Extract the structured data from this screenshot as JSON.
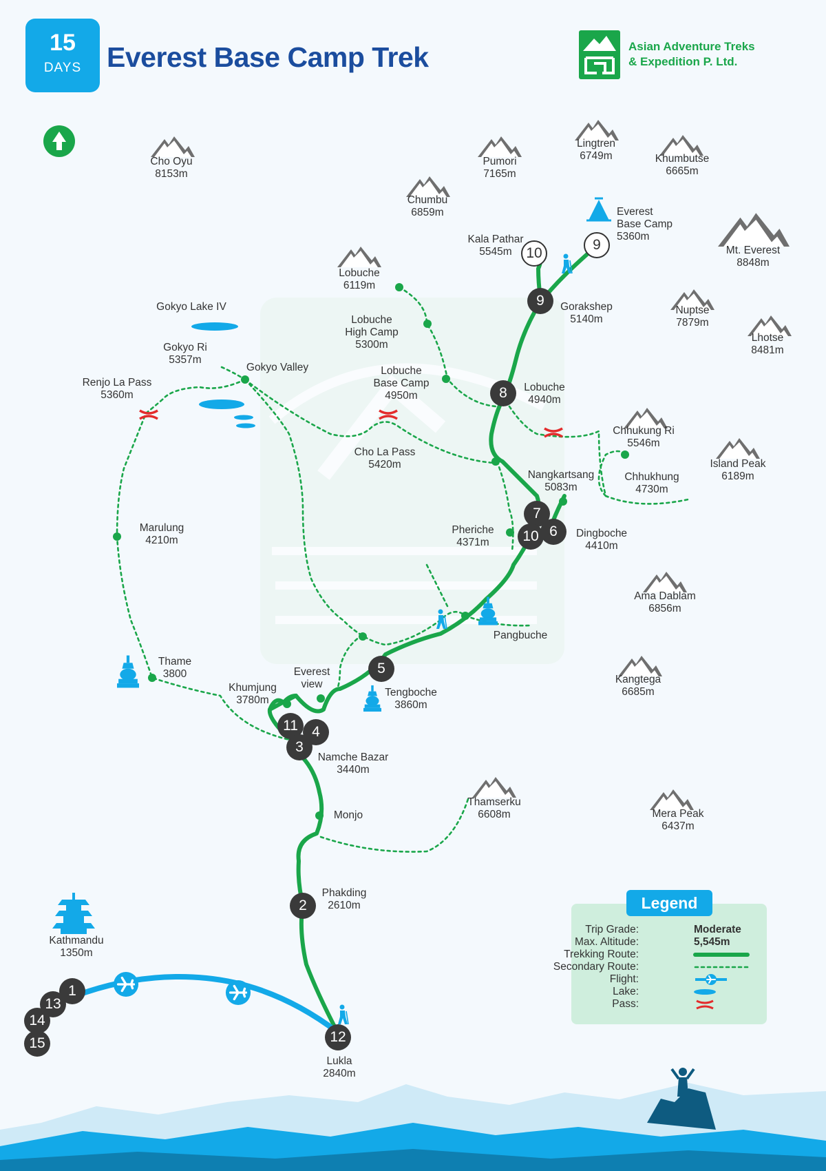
{
  "header": {
    "days_number": "15",
    "days_unit": "DAYS",
    "title": "Everest Base Camp Trek",
    "company_line1": "Asian Adventure Treks",
    "company_line2": "& Expedition P. Ltd."
  },
  "colors": {
    "route_green": "#1aa64a",
    "flight_blue": "#13a9e8",
    "title_blue": "#1b4d9e",
    "stop_dark": "#3a3a3a",
    "pass_red": "#e32b2b",
    "mountain_grey": "#6f6f6f",
    "legend_bg": "#cfeedd"
  },
  "icons": {
    "compass": "north-tree-icon",
    "mountain": "mountain-icon",
    "pass": "pass-icon",
    "camp": "tent-icon",
    "trekker": "hiker-icon",
    "stupa": "stupa-icon",
    "pagoda": "pagoda-icon",
    "plane": "plane-icon"
  },
  "peaks": [
    {
      "name": "Cho Oyu",
      "alt": "8153m"
    },
    {
      "name": "Pumori",
      "alt": "7165m"
    },
    {
      "name": "Lingtren",
      "alt": "6749m"
    },
    {
      "name": "Khumbutse",
      "alt": "6665m"
    },
    {
      "name": "Chumbu",
      "alt": "6859m"
    },
    {
      "name": "Mt. Everest",
      "alt": "8848m"
    },
    {
      "name": "Lobuche",
      "alt": "6119m"
    },
    {
      "name": "Nuptse",
      "alt": "7879m"
    },
    {
      "name": "Lhotse",
      "alt": "8481m"
    },
    {
      "name": "Chhukung Ri",
      "alt": "5546m"
    },
    {
      "name": "Island Peak",
      "alt": "6189m"
    },
    {
      "name": "Ama Dablam",
      "alt": "6856m"
    },
    {
      "name": "Kangtega",
      "alt": "6685m"
    },
    {
      "name": "Thamserku",
      "alt": "6608m"
    },
    {
      "name": "Mera Peak",
      "alt": "6437m"
    }
  ],
  "places": [
    {
      "lines": [
        "Everest",
        "Base Camp",
        "5360m"
      ]
    },
    {
      "lines": [
        "Kala Pathar",
        "5545m"
      ]
    },
    {
      "lines": [
        "Gorakshep",
        "5140m"
      ]
    },
    {
      "lines": [
        "Gokyo Lake IV"
      ]
    },
    {
      "lines": [
        "Lobuche",
        "High Camp",
        "5300m"
      ]
    },
    {
      "lines": [
        "Gokyo Ri",
        "5357m"
      ]
    },
    {
      "lines": [
        "Gokyo Valley"
      ]
    },
    {
      "lines": [
        "Renjo La Pass",
        "5360m"
      ]
    },
    {
      "lines": [
        "Lobuche",
        "Base Camp",
        "4950m"
      ]
    },
    {
      "lines": [
        "Lobuche",
        "4940m"
      ]
    },
    {
      "lines": [
        "Cho La Pass",
        "5420m"
      ]
    },
    {
      "lines": [
        "Nangkartsang",
        "5083m"
      ]
    },
    {
      "lines": [
        "Chhukhung",
        "4730m"
      ]
    },
    {
      "lines": [
        "Marulung",
        "4210m"
      ]
    },
    {
      "lines": [
        "Pheriche",
        "4371m"
      ]
    },
    {
      "lines": [
        "Dingboche",
        "4410m"
      ]
    },
    {
      "lines": [
        "Pangbuche"
      ]
    },
    {
      "lines": [
        "Thame",
        "3800"
      ]
    },
    {
      "lines": [
        "Everest",
        "view"
      ]
    },
    {
      "lines": [
        "Khumjung",
        "3780m"
      ]
    },
    {
      "lines": [
        "Tengboche",
        "3860m"
      ]
    },
    {
      "lines": [
        "Namche Bazar",
        "3440m"
      ]
    },
    {
      "lines": [
        "Monjo"
      ]
    },
    {
      "lines": [
        "Phakding",
        "2610m"
      ]
    },
    {
      "lines": [
        "Kathmandu",
        "1350m"
      ]
    },
    {
      "lines": [
        "Lukla",
        "2840m"
      ]
    }
  ],
  "stops": [
    {
      "day": "10"
    },
    {
      "day": "9"
    },
    {
      "day": "9"
    },
    {
      "day": "8"
    },
    {
      "day": "7"
    },
    {
      "day": "10"
    },
    {
      "day": "6"
    },
    {
      "day": "5"
    },
    {
      "day": "11"
    },
    {
      "day": "4"
    },
    {
      "day": "3"
    },
    {
      "day": "2"
    },
    {
      "day": "12"
    },
    {
      "day": "1"
    },
    {
      "day": "13"
    },
    {
      "day": "14"
    },
    {
      "day": "15"
    }
  ],
  "legend": {
    "title": "Legend",
    "trip_grade_label": "Trip Grade:",
    "trip_grade_value": "Moderate",
    "max_altitude_label": "Max. Altitude:",
    "max_altitude_value": "5,545m",
    "trekking_route_label": "Trekking Route:",
    "secondary_route_label": "Secondary Route:",
    "flight_label": "Flight:",
    "lake_label": "Lake:",
    "pass_label": "Pass:"
  }
}
